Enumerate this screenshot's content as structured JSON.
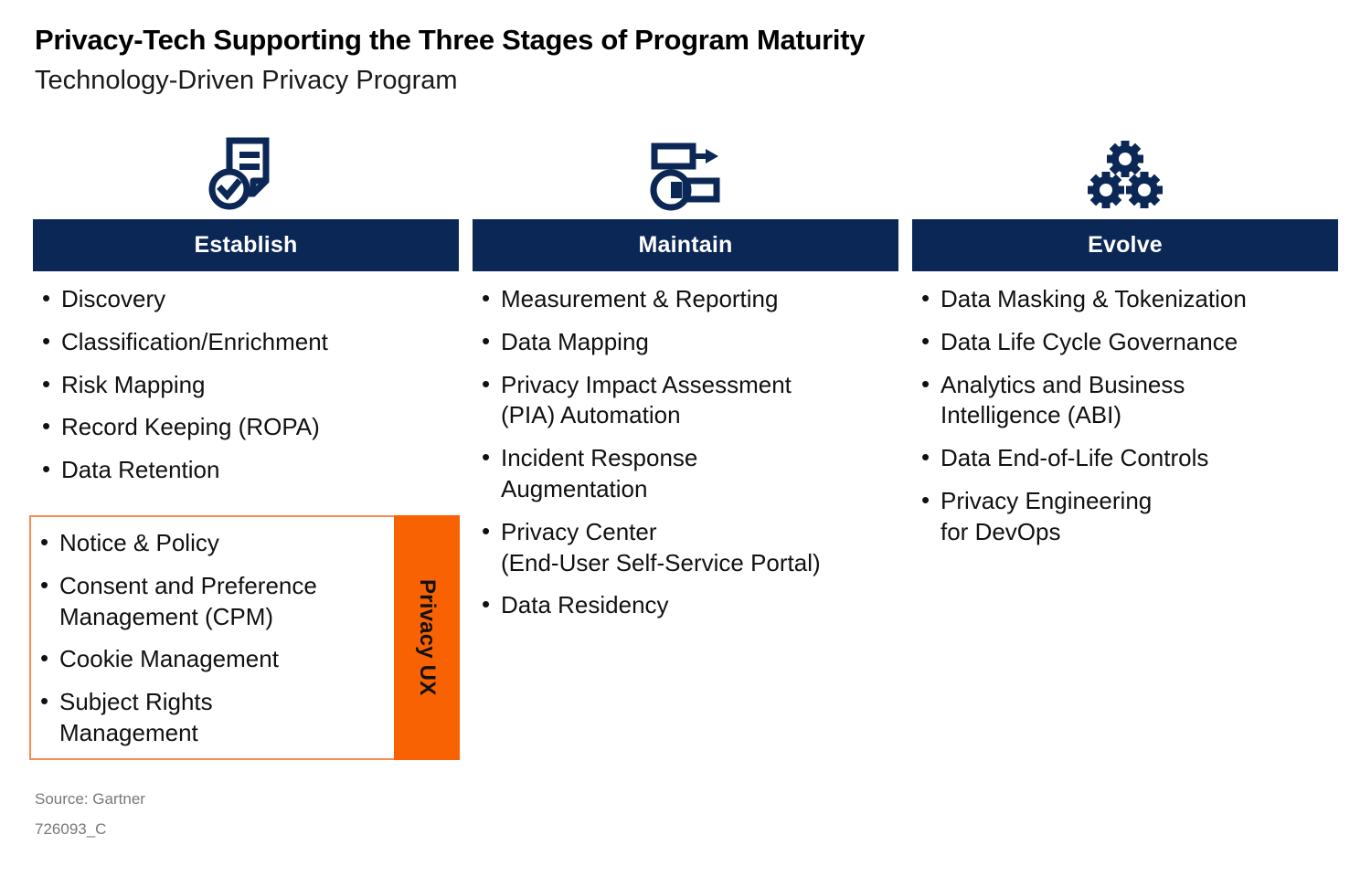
{
  "header": {
    "title": "Privacy-Tech Supporting the Three Stages of Program Maturity",
    "subtitle": "Technology-Driven Privacy Program"
  },
  "colors": {
    "navy": "#0a2756",
    "orange": "#f96202",
    "orange_border": "#f78c4e",
    "text": "#111111",
    "footer_text": "#787878",
    "background": "#ffffff"
  },
  "columns": [
    {
      "id": "establish",
      "icon": "document-check-icon",
      "header": "Establish",
      "items": [
        "Discovery",
        "Classification/Enrichment",
        "Risk Mapping",
        "Record Keeping (ROPA)",
        "Data Retention"
      ],
      "highlight": {
        "label": "Privacy UX",
        "items": [
          "Notice & Policy",
          "Consent and Preference\nManagement (CPM)",
          "Cookie Management",
          "Subject Rights\nManagement"
        ]
      }
    },
    {
      "id": "maintain",
      "icon": "tools-wrench-icon",
      "header": "Maintain",
      "items": [
        "Measurement & Reporting",
        "Data Mapping",
        "Privacy Impact Assessment\n(PIA) Automation",
        "Incident Response\nAugmentation",
        "Privacy Center\n(End-User Self-Service Portal)",
        "Data Residency"
      ]
    },
    {
      "id": "evolve",
      "icon": "three-gears-icon",
      "header": "Evolve",
      "items": [
        "Data Masking & Tokenization",
        "Data Life Cycle Governance",
        "Analytics and Business\nIntelligence (ABI)",
        "Data End-of-Life Controls",
        "Privacy Engineering\nfor DevOps"
      ]
    }
  ],
  "footer": {
    "source": "Source: Gartner",
    "doc_id": "726093_C"
  }
}
